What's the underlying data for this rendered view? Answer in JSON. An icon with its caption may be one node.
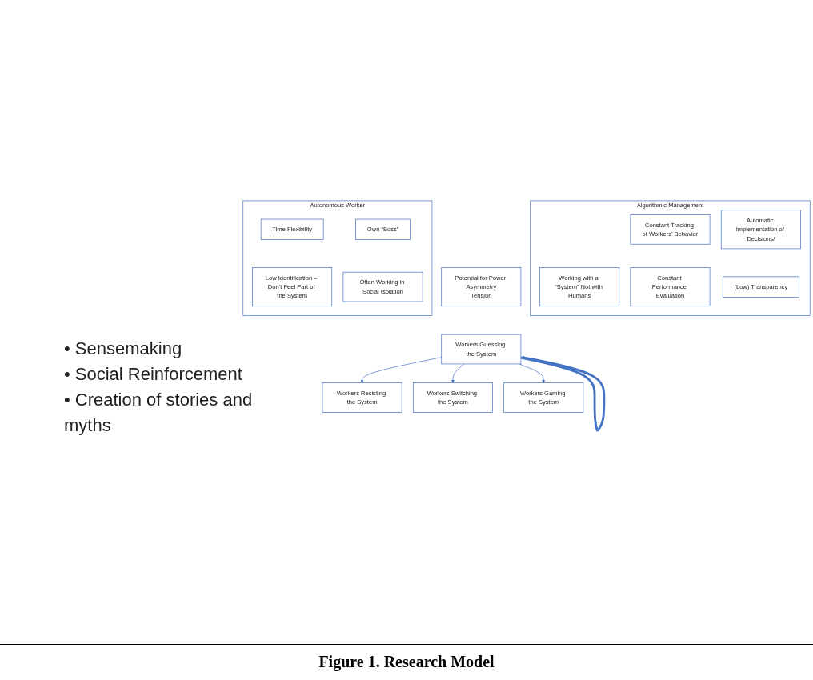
{
  "diagram": {
    "caption": "Figure 1. Research Model",
    "nodes": [
      {
        "text": [
          "Autonomous Worker"
        ]
      },
      {
        "text": [
          "Time Flexibility"
        ],
        "in": 0
      },
      {
        "text": [
          "Own “Boss”"
        ],
        "in": 0
      },
      {
        "text": [
          "Low Identification – Don’t Feel Part of the System"
        ],
        "in": 0
      },
      {
        "text": [
          "Often Working in Social Isolation"
        ],
        "in": 0
      },
      {
        "text": [
          "Algorithmic Management"
        ]
      },
      {
        "text": [
          "Constant Tracking of Workers’ Behavior"
        ],
        "in": 5
      },
      {
        "text": [
          "Working with a “System” Not with Humans"
        ],
        "in": 5
      },
      {
        "text": [
          "Automatic Implementation of Decisions/"
        ],
        "in": 5
      },
      {
        "text": [
          "Constant Performance Evaluation"
        ],
        "in": 5
      },
      {
        "text": [
          "(Low) Transparency"
        ],
        "in": 5
      },
      {
        "text": [
          "Potential for Power Asymmetry",
          "Tension"
        ]
      },
      {
        "text": [
          "Workers Guessing the System"
        ]
      },
      {
        "text": [
          "Workers Resisting the System"
        ]
      },
      {
        "text": [
          "Workers Switching the System"
        ]
      },
      {
        "text": [
          "Workers Gaming the System"
        ]
      }
    ],
    "edges": [
      {
        "from": 12,
        "to": 13,
        "arrow": "to"
      },
      {
        "from": 12,
        "to": 14,
        "arrow": "to"
      },
      {
        "from": 12,
        "to": 15,
        "arrow": "to"
      },
      {
        "from": 12,
        "to": 12,
        "arrow": "to",
        "style": "thick"
      }
    ],
    "labels": [
      "• Sensemaking",
      "• Social Reinforcement",
      "• Creation of stories and myths"
    ]
  }
}
